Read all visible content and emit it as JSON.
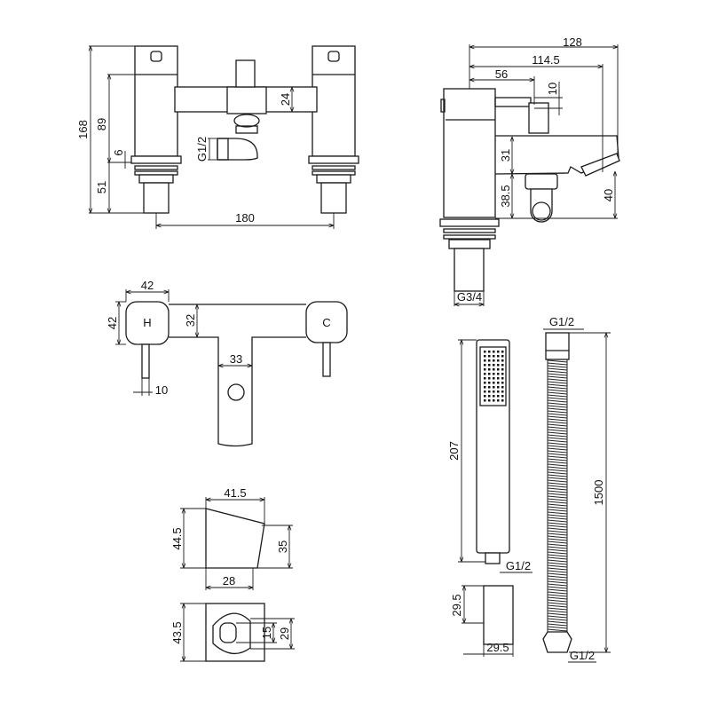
{
  "front_view": {
    "height_total": "168",
    "height_body": "89",
    "plate": "6",
    "shank": "51",
    "centres": "180",
    "bridge": "24",
    "outlet_thread": "G1/2"
  },
  "side_view": {
    "depth_total": "128",
    "spout_reach": "114.5",
    "diverter": "56",
    "diverter_offset": "10",
    "spout_height": "31",
    "outlet_height": "38.5",
    "spout_tip": "40",
    "inlet_thread": "G3/4"
  },
  "top_view": {
    "handle_width": "42",
    "handle_depth": "42",
    "body_depth": "32",
    "spout_width": "33",
    "lever": "10",
    "hot_label": "H",
    "cold_label": "C"
  },
  "bracket": {
    "width": "41.5",
    "height": "44.5",
    "inner_height": "35",
    "base": "28",
    "side_height": "43.5",
    "slot": "15",
    "slot_outer": "29"
  },
  "handset": {
    "length": "207",
    "thread": "G1/2",
    "holder_height": "29.5",
    "holder_width": "29.5"
  },
  "hose": {
    "length": "1500",
    "thread_top": "G1/2",
    "thread_bottom": "G1/2"
  }
}
